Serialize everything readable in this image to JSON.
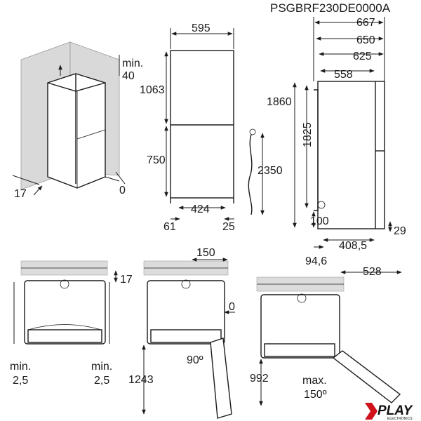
{
  "model_code": "PSGBRF230DE0000A",
  "iso_view": {
    "top_gap": "min.\n40",
    "top_gap_line1": "min.",
    "top_gap_line2": "40",
    "side_gap": "17",
    "right_gap": "0"
  },
  "front_view": {
    "width": "595",
    "upper_height": "1063",
    "lower_height": "750",
    "foot_span": "424",
    "left_offset": "61",
    "right_offset": "25",
    "cable_length": "2350"
  },
  "side_view": {
    "depth_total": "667",
    "depth_650": "650",
    "depth_625": "625",
    "depth_558": "558",
    "height_total": "1860",
    "height_1825": "1825",
    "bottom_100": "100",
    "bottom_29": "29",
    "foot_408": "408,5",
    "foot_94": "94,6"
  },
  "top_view_1": {
    "wall_gap": "17",
    "min_left_line1": "min.",
    "min_left_line2": "2,5",
    "min_right_line1": "min.",
    "min_right_line2": "2,5"
  },
  "top_view_2": {
    "hinge_offset": "150",
    "wall_gap": "0",
    "open_angle": "90º",
    "swing_depth": "1243"
  },
  "top_view_3": {
    "depth": "528",
    "open_angle_line1": "max.",
    "open_angle_line2": "150º",
    "swing_depth": "992"
  },
  "brand": {
    "name": "PLAY",
    "sub": "ELECTRONICS",
    "accent": "#d0121b"
  }
}
